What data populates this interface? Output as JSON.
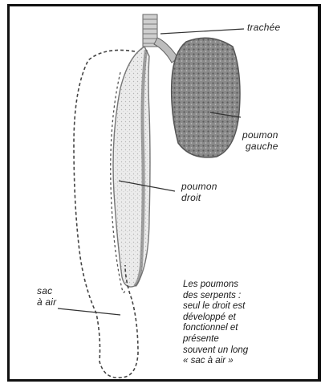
{
  "labels": {
    "trachea": "trachée",
    "left_lung_1": "poumon",
    "left_lung_2": "gauche",
    "right_lung_1": "poumon",
    "right_lung_2": "droit",
    "air_sac_1": "sac",
    "air_sac_2": "à air"
  },
  "caption": [
    "Les poumons",
    "des serpents :",
    "seul le droit est",
    "développé et",
    "fonctionnel et",
    "présente",
    "souvent un long",
    "« sac à air »"
  ]
}
